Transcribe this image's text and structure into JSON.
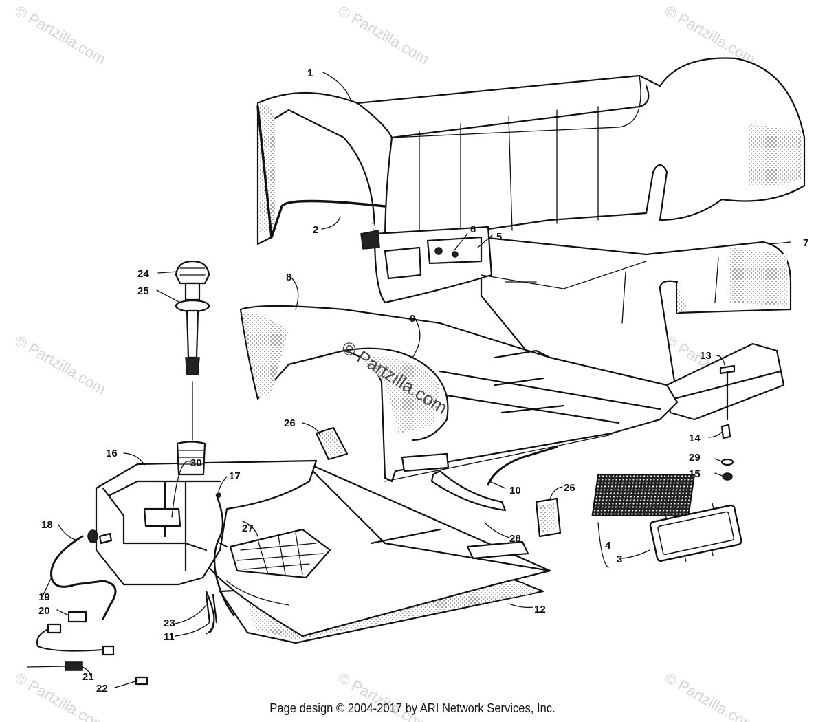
{
  "footer": "Page design © 2004-2017 by ARI Network Services, Inc.",
  "watermark": "© Partzilla.com",
  "callouts": [
    "1",
    "2",
    "3",
    "4",
    "5",
    "6",
    "7",
    "8",
    "9",
    "10",
    "11",
    "12",
    "13",
    "14",
    "15",
    "16",
    "17",
    "18",
    "19",
    "20",
    "21",
    "22",
    "23",
    "24",
    "25",
    "26",
    "26",
    "27",
    "28",
    "29",
    "30"
  ],
  "colors": {
    "ink": "#111111",
    "watermark": "#d4d4d4",
    "background": "#ffffff"
  }
}
